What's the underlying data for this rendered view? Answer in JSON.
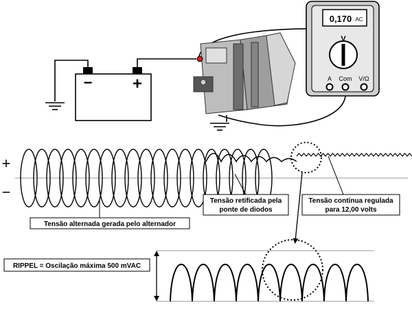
{
  "multimeter": {
    "reading": "0,170",
    "unit": "AC",
    "selector_label": "V",
    "jack_a": "A",
    "jack_com": "Com",
    "jack_v": "V/Ω"
  },
  "battery": {
    "negative_symbol": "−",
    "positive_symbol": "+"
  },
  "axis": {
    "plus_symbol": "+",
    "minus_symbol": "−"
  },
  "labels": {
    "ac_voltage": "Tensão alternada gerada pelo alternador",
    "rectified_line1": "Tensão retificada pela",
    "rectified_line2": "ponte de diodos",
    "regulated_line1": "Tensão contínua regulada",
    "regulated_line2": "para 12,00 volts",
    "ripple": "RIPPEL = Oscilação máxima 500 mVAC"
  }
}
